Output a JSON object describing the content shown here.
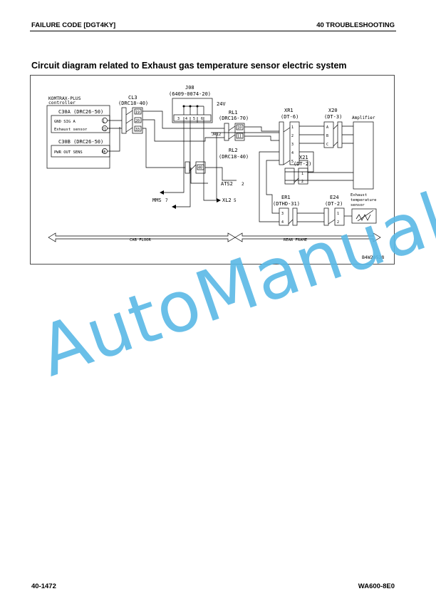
{
  "header": {
    "left": "FAILURE CODE [DGT4KY]",
    "right": "40 TROUBLESHOOTING"
  },
  "title": "Circuit diagram related to Exhaust gas temperature sensor electric system",
  "diagram": {
    "controller_label_1": "KOMTRAX-PLUS",
    "controller_label_2": "controller",
    "c30a": "C30A (DRC26-50)",
    "c30a_sig1": "GND SIG A",
    "c30a_sig2": "Exhaust sensor",
    "c30b": "C30B (DRC26-50)",
    "c30b_sig": "PWR OUT SENS",
    "pin_c30a_1": "1",
    "pin_c30a_2": "21",
    "pin_c30b_1": "46",
    "cl3": "CL3",
    "cl3_type": "(DRC18-40)",
    "pin_cl3_1": "19",
    "pin_cl3_2": "20",
    "pin_cl3_3": "33",
    "j08": "J08",
    "j08_type": "(6409-0074-20)",
    "j08_volt": "24V",
    "pin_j08_1": "3",
    "pin_j08_2": "4",
    "pin_j08_3": "5",
    "pin_j08_4": "6",
    "jr12": "JR12",
    "rl1": "RL1",
    "rl1_type": "(DRC16-70)",
    "pin_rl1_1": "10",
    "pin_rl1_2": "11",
    "rl2": "RL2",
    "rl2_type": "(DRC18-40)",
    "pin_rl2_1": "40",
    "ats2": "ATS2",
    "ats2_pin": "2",
    "mms": "MMS",
    "mms_pin": "7",
    "xl2": "XL2",
    "xl2_pin": "5",
    "xr1": "XR1",
    "xr1_type": "(DT-6)",
    "pin_xr1_1": "1",
    "pin_xr1_2": "2",
    "pin_xr1_3": "3",
    "pin_xr1_4": "4",
    "pin_xr1_5": "5",
    "x20": "X20",
    "x20_type": "(DT-3)",
    "pin_x20_1": "A",
    "pin_x20_2": "B",
    "pin_x20_3": "C",
    "amplifier": "Amplifier",
    "x21": "X21",
    "x21_type": "(DT-2)",
    "pin_x21_1": "1",
    "pin_x21_2": "2",
    "er1": "ER1",
    "er1_type": "(DTHD-31)",
    "pin_er1_1": "3",
    "pin_er1_2": "4",
    "e24": "E24",
    "e24_type": "(DT-2)",
    "pin_e24_1": "1",
    "pin_e24_2": "2",
    "sensor_1": "Exhaust",
    "sensor_2": "temperature",
    "sensor_3": "sensor",
    "cab_floor": "CAB FLOOR",
    "rear_frame": "REAR FRAME",
    "drawing_id": "B4W28538"
  },
  "watermark": "AutoManual",
  "footer": {
    "left": "40-1472",
    "right": "WA600-8E0"
  }
}
